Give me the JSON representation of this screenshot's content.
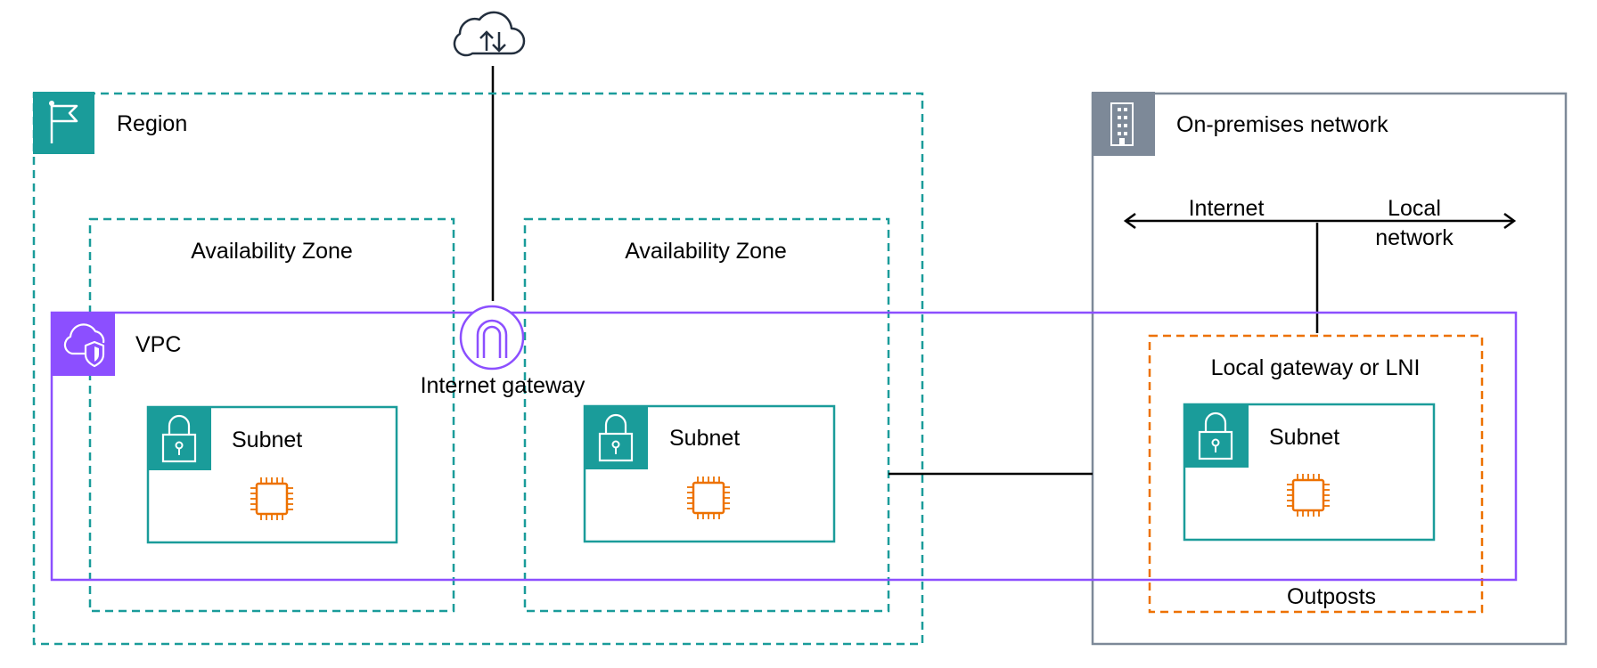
{
  "region": {
    "label": "Region"
  },
  "availability_zones": [
    {
      "label": "Availability Zone"
    },
    {
      "label": "Availability Zone"
    }
  ],
  "vpc": {
    "label": "VPC"
  },
  "internet_gateway": {
    "label": "Internet gateway"
  },
  "subnets": [
    {
      "label": "Subnet"
    },
    {
      "label": "Subnet"
    },
    {
      "label": "Subnet"
    }
  ],
  "on_premises": {
    "label": "On-premises network",
    "internet_label": "Internet",
    "local_network_label_line1": "Local",
    "local_network_label_line2": "network"
  },
  "local_gateway": {
    "label": "Local gateway or LNI"
  },
  "outposts": {
    "label": "Outposts"
  },
  "icons": {
    "region": "flag-icon",
    "vpc": "cloud-shield-icon",
    "internet": "cloud-upload-download-icon",
    "internet_gateway": "gateway-arch-icon",
    "subnet": "padlock-icon",
    "instance": "chip-icon",
    "on_premises": "building-icon"
  },
  "colors": {
    "region": "#1A9C9A",
    "vpc": "#8C4FFF",
    "outposts": "#ED7100",
    "on_premises": "#7D8998",
    "instance": "#ED7100",
    "connector": "#000000"
  }
}
